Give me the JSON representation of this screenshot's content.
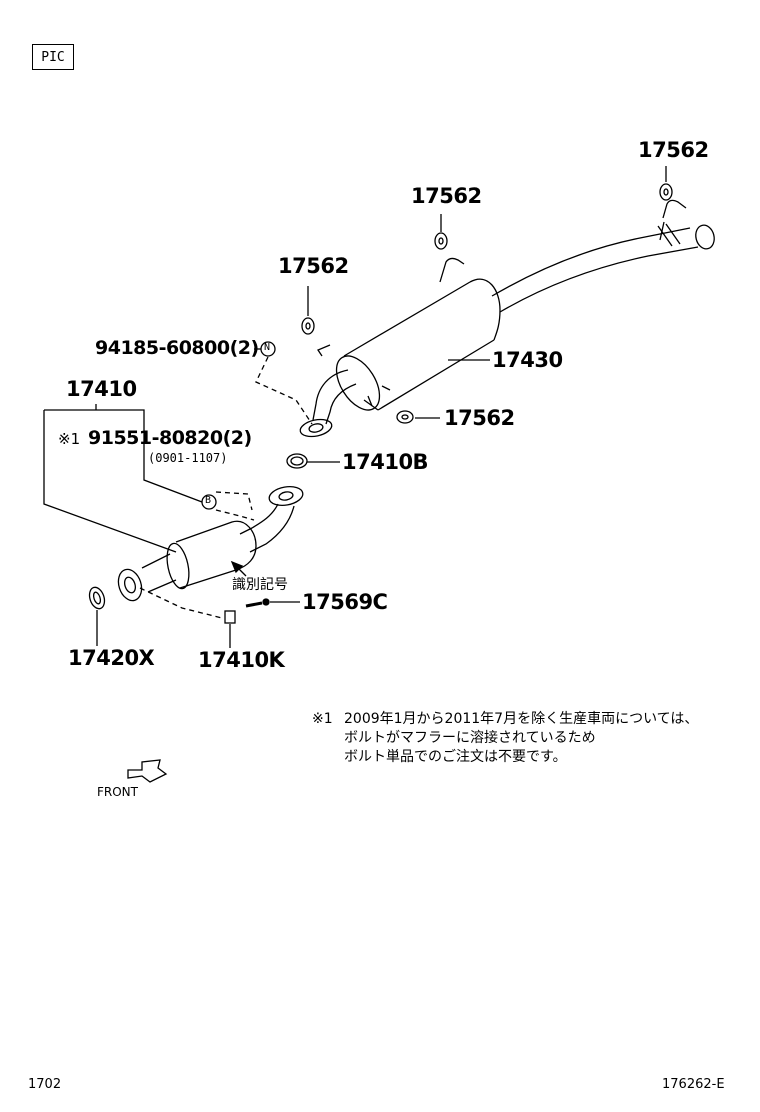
{
  "pic_label": "PIC",
  "labels": {
    "hanger_top": "17562",
    "hanger_mid": "17562",
    "hanger_left": "17562",
    "hanger_bottom": "17562",
    "bolt_part": "94185-60800(2)",
    "muffler": "17430",
    "converter_assy": "17410",
    "stud_bolt": "91551-80820(2)",
    "stud_bolt_mark": "※1",
    "stud_bolt_period": "(0901-1107)",
    "gasket_b": "17410B",
    "id_mark": "識別記号",
    "bolt_c": "17569C",
    "gasket_x": "17420X",
    "nut_k": "17410K"
  },
  "callouts": {
    "n": "N",
    "b": "B"
  },
  "note": {
    "mark": "※1",
    "lines": [
      "2009年1月から2011年7月を除く生産車両については、",
      "ボルトがマフラーに溶接されているため",
      "ボルト単品でのご注文は不要です。"
    ]
  },
  "front_label": "FRONT",
  "footer": {
    "left": "1702",
    "right": "176262-E"
  }
}
